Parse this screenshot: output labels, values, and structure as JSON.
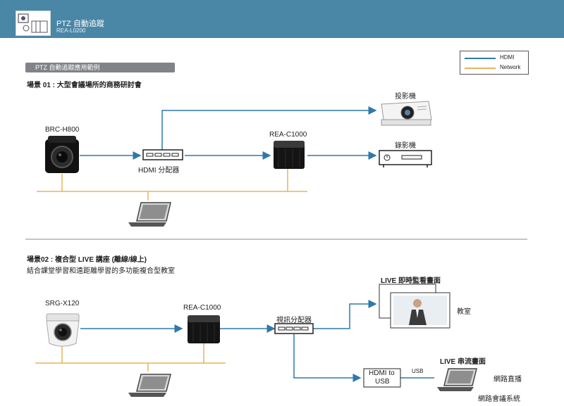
{
  "header": {
    "title": "PTZ 自動追蹤",
    "subtitle": "REA-L0200"
  },
  "section_pill": "PTZ 自動追蹤應用範例",
  "legend": [
    {
      "label": "HDMI",
      "color": "#2f78aa"
    },
    {
      "label": "Network",
      "color": "#e8b35a"
    }
  ],
  "scene1": {
    "title": "場景 01 : 大型會議場所的商務研討會",
    "camera": "BRC-H800",
    "splitter": "HDMI 分配器",
    "processor": "REA-C1000",
    "projector": "投影機",
    "recorder": "錄影機"
  },
  "scene2": {
    "title": "場景02 : 複合型 LIVE 講座 (離線/線上)",
    "subtitle": "結合課堂學習和遠距離學習的多功能複合型教室",
    "camera": "SRG-X120",
    "processor": "REA-C1000",
    "splitter": "視訊分配器",
    "live_monitor": "LIVE 即時監看畫面",
    "classroom": "教室",
    "live_stream": "LIVE 串流畫面",
    "converter_line1": "HDMI to",
    "converter_line2": "USB",
    "usb_label": "USB",
    "webcast": "網路直播",
    "web_conference": "網路會議系統"
  }
}
